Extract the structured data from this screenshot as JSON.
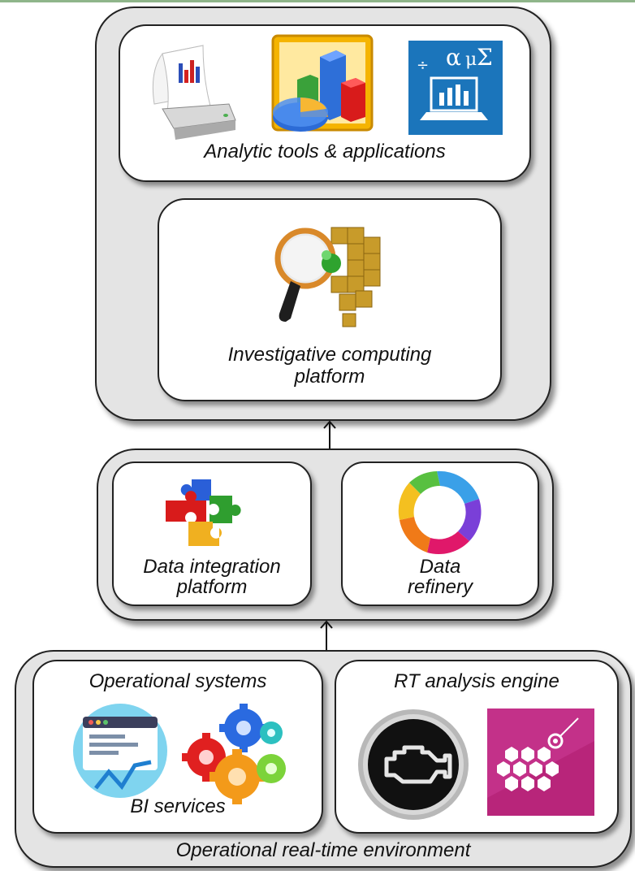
{
  "top_stack": {
    "analytics_label": "Analytic tools & applications",
    "investigative_label_line1": "Investigative computing",
    "investigative_label_line2": "platform"
  },
  "middle_stack": {
    "integration_label_line1": "Data integration",
    "integration_label_line2": "platform",
    "refinery_label_line1": "Data",
    "refinery_label_line2": "refinery"
  },
  "bottom_stack": {
    "operational_label": "Operational systems",
    "bi_label": "BI services",
    "rt_label": "RT analysis engine",
    "environment_label": "Operational real-time environment"
  },
  "icons": {
    "printer": "printer-chart-icon",
    "charts_3d": "3d-charts-icon",
    "statistics": "alpha-mu-sigma-stats-icon",
    "magnifier": "magnifier-cubes-icon",
    "puzzle": "puzzle-icon",
    "refinery": "3d-cycle-icon",
    "dashboard": "dashboard-icon",
    "gears": "gears-icon",
    "engine": "engine-warning-icon",
    "hexagon": "hexagon-target-icon"
  },
  "colors": {
    "container_fill": "#e4e4e4",
    "box_fill": "#ffffff",
    "border": "#222222"
  }
}
